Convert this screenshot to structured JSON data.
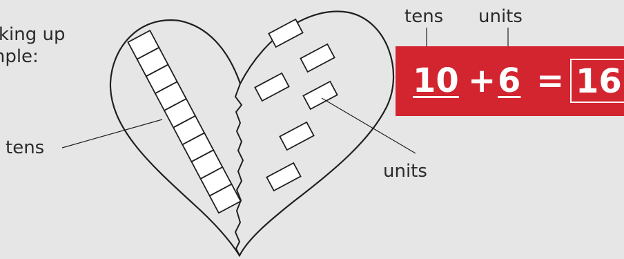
{
  "intro_lines": [
    "aking up",
    "mple:"
  ],
  "heart_labels": {
    "tens": "tens",
    "units": "units"
  },
  "column_labels": {
    "tens": "tens",
    "units": "units"
  },
  "equation": {
    "tens": "10",
    "plus": "+",
    "units": "6",
    "equals": "=",
    "result": "16"
  },
  "colors": {
    "background": "#e6e6e7",
    "equation_box": "#d22530",
    "stroke": "#1f1f1f"
  }
}
